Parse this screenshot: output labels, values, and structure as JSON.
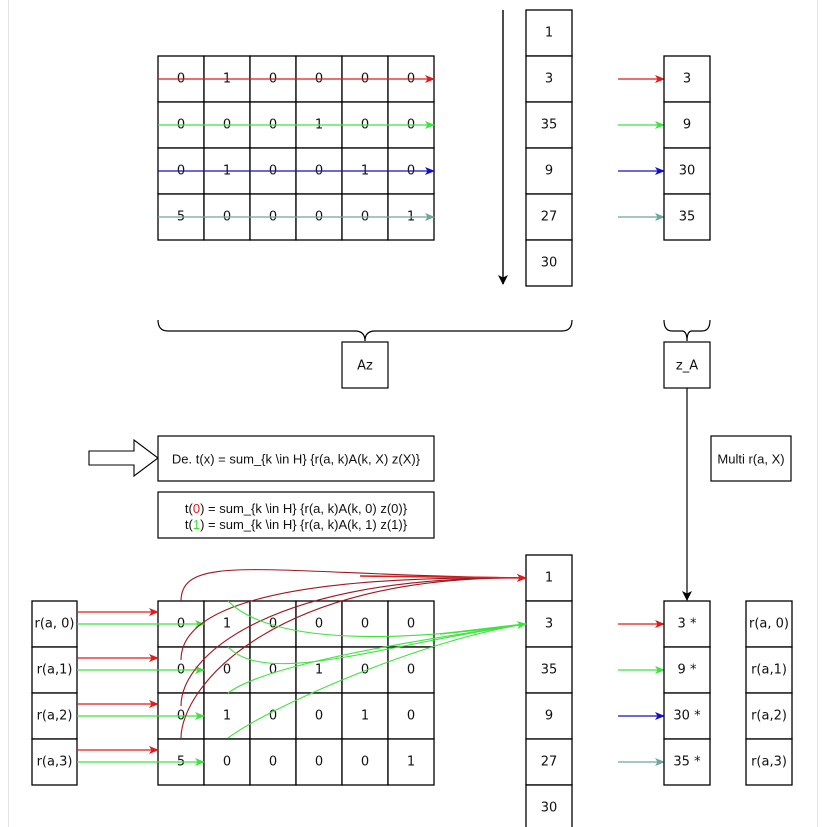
{
  "colors": {
    "red": "#e01b1b",
    "green": "#3ee33e",
    "blue": "#1010c8",
    "teal": "#6aa89a",
    "dark_red": "#a0161e",
    "black": "#000000"
  },
  "top_section": {
    "matrix": [
      [
        "0",
        "1",
        "0",
        "0",
        "0",
        "0"
      ],
      [
        "0",
        "0",
        "0",
        "1",
        "0",
        "0"
      ],
      [
        "0",
        "1",
        "0",
        "0",
        "1",
        "0"
      ],
      [
        "5",
        "0",
        "0",
        "0",
        "0",
        "1"
      ]
    ],
    "row_arrow_colors": [
      "red",
      "green",
      "blue",
      "teal"
    ],
    "vector_z": [
      "1",
      "3",
      "35",
      "9",
      "27",
      "30"
    ],
    "z_A": [
      "3",
      "9",
      "30",
      "35"
    ],
    "brace_label_left": "Az",
    "brace_label_right": "z_A"
  },
  "middle_section": {
    "definition": "De. t(x) = sum_{k \\in H} {r(a, k)A(k, X) z(X)}",
    "t0": {
      "prefix": "t(",
      "index": "0",
      "suffix": ") = sum_{k \\in H} {r(a, k)A(k, 0) z(0)}"
    },
    "t1": {
      "prefix": "t(",
      "index": "1",
      "suffix": ") = sum_{k \\in H} {r(a, k)A(k, 1) z(1)}"
    },
    "multi_label": "Multi r(a, X)"
  },
  "bottom_section": {
    "r_left": [
      "r(a, 0)",
      "r(a,1)",
      "r(a,2)",
      "r(a,3)"
    ],
    "matrix": [
      [
        "0",
        "1",
        "0",
        "0",
        "0",
        "0"
      ],
      [
        "0",
        "0",
        "0",
        "1",
        "0",
        "0"
      ],
      [
        "0",
        "1",
        "0",
        "0",
        "1",
        "0"
      ],
      [
        "5",
        "0",
        "0",
        "0",
        "0",
        "1"
      ]
    ],
    "vector_z": [
      "1",
      "3",
      "35",
      "9",
      "27",
      "30"
    ],
    "z_A_star": [
      "3 *",
      "9 *",
      "30 *",
      "35 *"
    ],
    "r_right": [
      "r(a, 0)",
      "r(a,1)",
      "r(a,2)",
      "r(a,3)"
    ]
  }
}
